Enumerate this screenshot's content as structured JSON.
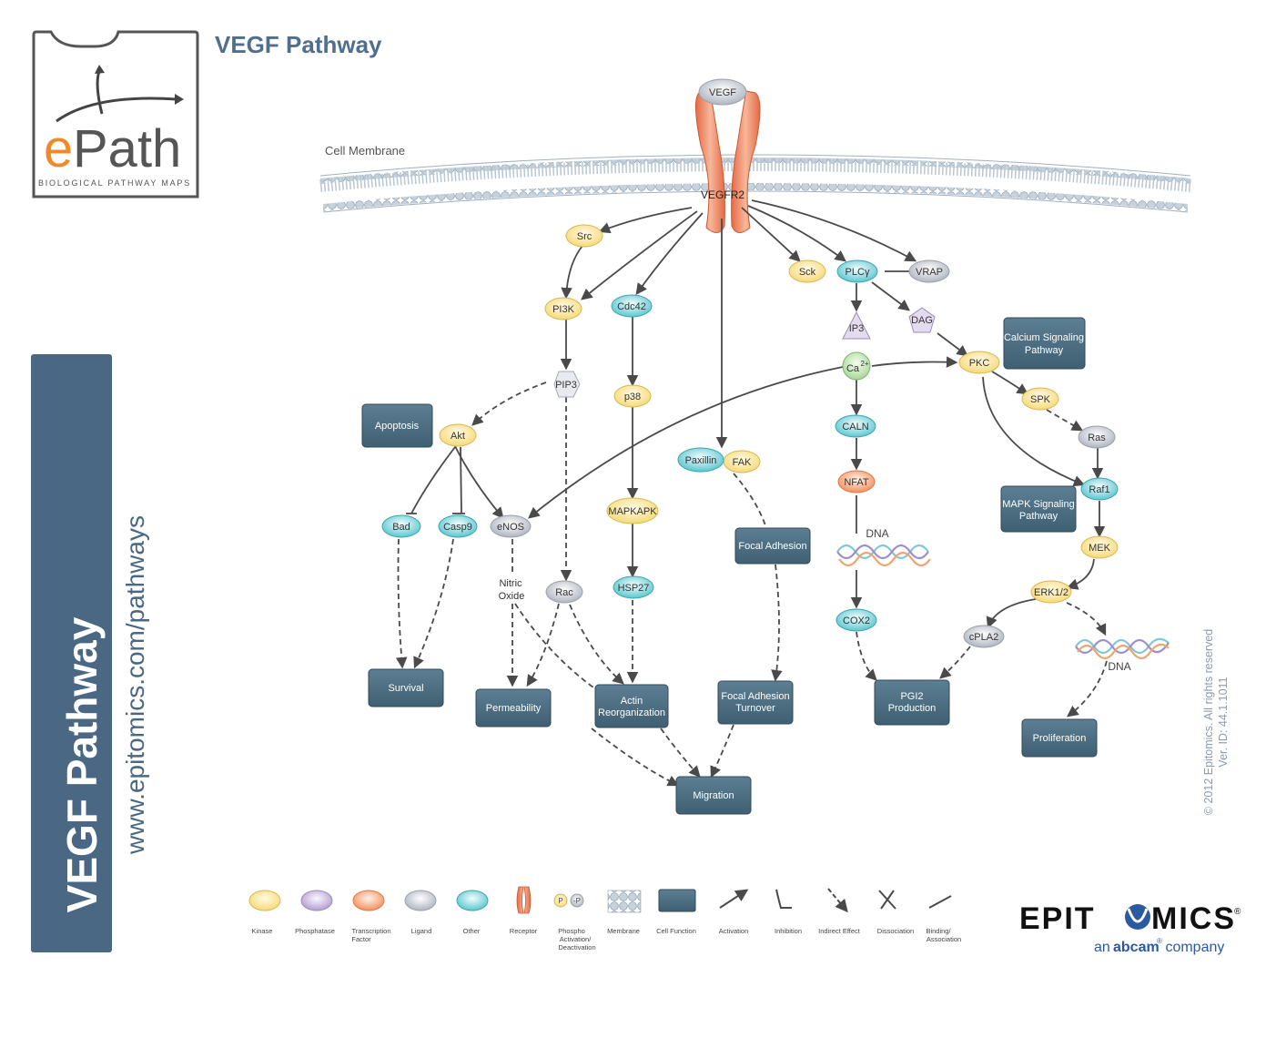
{
  "title": "VEGF Pathway",
  "logo": {
    "brand": "ePath",
    "tagline": "BIOLOGICAL PATHWAY MAPS"
  },
  "sidebar": {
    "title": "VEGF Pathway",
    "url": "www.epitomics.com/pathways"
  },
  "copyright": {
    "line1": "© 2012 Epitomics. All rights reserved",
    "line2": "Ver. ID: 44.1.1011"
  },
  "membrane_label": "Cell Membrane",
  "receptor": {
    "ligand": "VEGF",
    "name": "VEGFR2"
  },
  "nodes": {
    "src": "Src",
    "pi3k": "PI3K",
    "cdc42": "Cdc42",
    "pip3": "PIP3",
    "p38": "p38",
    "akt": "Akt",
    "bad": "Bad",
    "casp9": "Casp9",
    "enos": "eNOS",
    "mapkapk": "MAPKAPK",
    "hsp27": "HSP27",
    "rac": "Rac",
    "paxillin": "Paxillin",
    "fak": "FAK",
    "sck": "Sck",
    "plcy": "PLCγ",
    "vrap": "VRAP",
    "ip3": "IP3",
    "dag": "DAG",
    "ca": "Ca",
    "ca_sup": "2+",
    "caln": "CALN",
    "nfat": "NFAT",
    "cox2": "COX2",
    "pkc": "PKC",
    "spk": "SPK",
    "ras": "Ras",
    "raf1": "Raf1",
    "mek": "MEK",
    "erk": "ERK1/2",
    "cpla2": "cPLA2",
    "nitric_oxide_1": "Nitric",
    "nitric_oxide_2": "Oxide",
    "dna1": "DNA",
    "dna2": "DNA"
  },
  "boxes": {
    "apoptosis": [
      "Apoptosis"
    ],
    "survival": [
      "Survival"
    ],
    "permeability": [
      "Permeability"
    ],
    "actin": [
      "Actin",
      "Reorganization"
    ],
    "focal_adhesion": [
      "Focal Adhesion"
    ],
    "fa_turnover": [
      "Focal Adhesion",
      "Turnover"
    ],
    "migration": [
      "Migration"
    ],
    "pgi2": [
      "PGI2",
      "Production"
    ],
    "proliferation": [
      "Proliferation"
    ],
    "calcium": [
      "Calcium Signaling",
      "Pathway"
    ],
    "mapk": [
      "MAPK Signaling",
      "Pathway"
    ]
  },
  "legend": [
    {
      "label": "Kinase"
    },
    {
      "label": "Phosphatase"
    },
    {
      "label": "Transcription",
      "label2": "Factor"
    },
    {
      "label": "Ligand"
    },
    {
      "label": "Other"
    },
    {
      "label": "Receptor"
    },
    {
      "label": "Phospho",
      "label2": "Activation/",
      "label3": "Deactivation"
    },
    {
      "label": "Membrane"
    },
    {
      "label": "Cell Function"
    },
    {
      "label": "Activation"
    },
    {
      "label": "Inhibition"
    },
    {
      "label": "Indirect Effect"
    },
    {
      "label": "Dissociation"
    },
    {
      "label": "Binding/",
      "label2": "Association"
    }
  ],
  "phospho_symbols": {
    "p": "P",
    "minus_p": "-P"
  },
  "company": {
    "name_left": "EPIT",
    "name_right": "MICS",
    "reg": "®",
    "sub_an": "an",
    "sub_brand": "abcam",
    "sub_reg": "®",
    "sub_company": " company"
  },
  "colors": {
    "kinase": "#f8e39a",
    "phosphatase": "#c9b7dc",
    "tf": "#f4a97e",
    "ligand": "#c9ccd2",
    "other": "#7fd2d8",
    "box": "#4c6d80",
    "accent": "#4a6884",
    "ePath_orange": "#f08a28"
  }
}
